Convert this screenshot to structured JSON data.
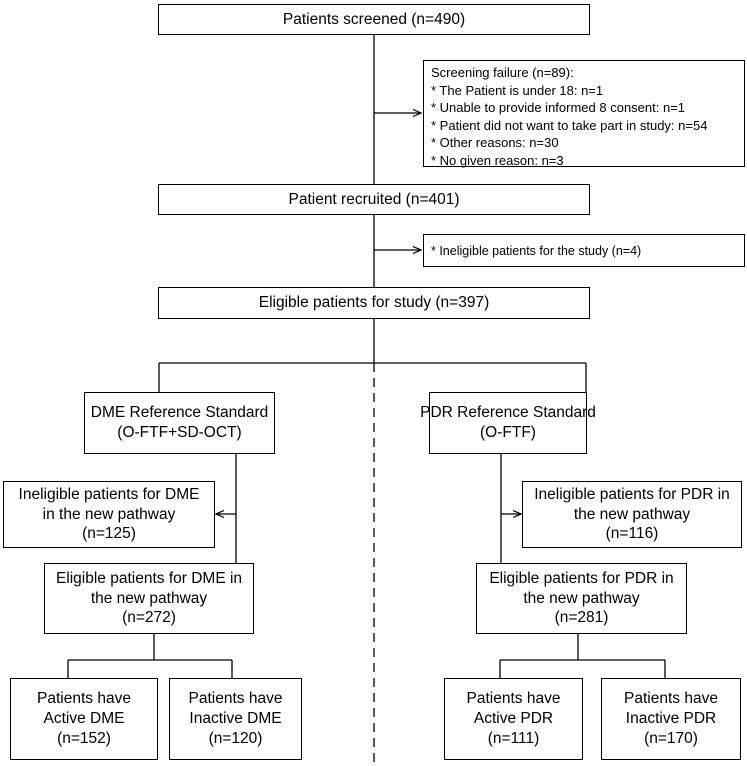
{
  "flowchart": {
    "screened": "Patients screened (n=490)",
    "screening_failure": {
      "title": "Screening failure (n=89):",
      "items": [
        "* The Patient is under 18: n=1",
        "* Unable to provide informed 8 consent: n=1",
        "* Patient did not want to take part in study: n=54",
        "* Other reasons: n=30",
        "* No given reason: n=3"
      ]
    },
    "recruited": "Patient recruited (n=401)",
    "ineligible_study": "* Ineligible patients for the study (n=4)",
    "eligible_study": "Eligible patients for study (n=397)",
    "dme": {
      "reference": [
        "DME  Reference Standard",
        "(O-FTF+SD-OCT)"
      ],
      "ineligible": [
        "Ineligible patients for DME",
        "in the new pathway",
        "(n=125)"
      ],
      "eligible": [
        "Eligible patients for DME  in",
        "the new pathway",
        "(n=272)"
      ],
      "active": [
        "Patients have",
        "Active DME",
        "(n=152)"
      ],
      "inactive": [
        "Patients have",
        "Inactive DME",
        "(n=120)"
      ]
    },
    "pdr": {
      "reference": [
        "PDR Reference Standard",
        "(O-FTF)"
      ],
      "ineligible": [
        "Ineligible patients for PDR in",
        "the new pathway",
        "(n=116)"
      ],
      "eligible": [
        "Eligible patients for PDR in",
        "the new pathway",
        "(n=281)"
      ],
      "active": [
        "Patients have",
        "Active PDR",
        "(n=111)"
      ],
      "inactive": [
        "Patients have",
        "Inactive PDR",
        "(n=170)"
      ]
    }
  },
  "colors": {
    "line": "#000000",
    "box_fill": "#ffffff"
  }
}
